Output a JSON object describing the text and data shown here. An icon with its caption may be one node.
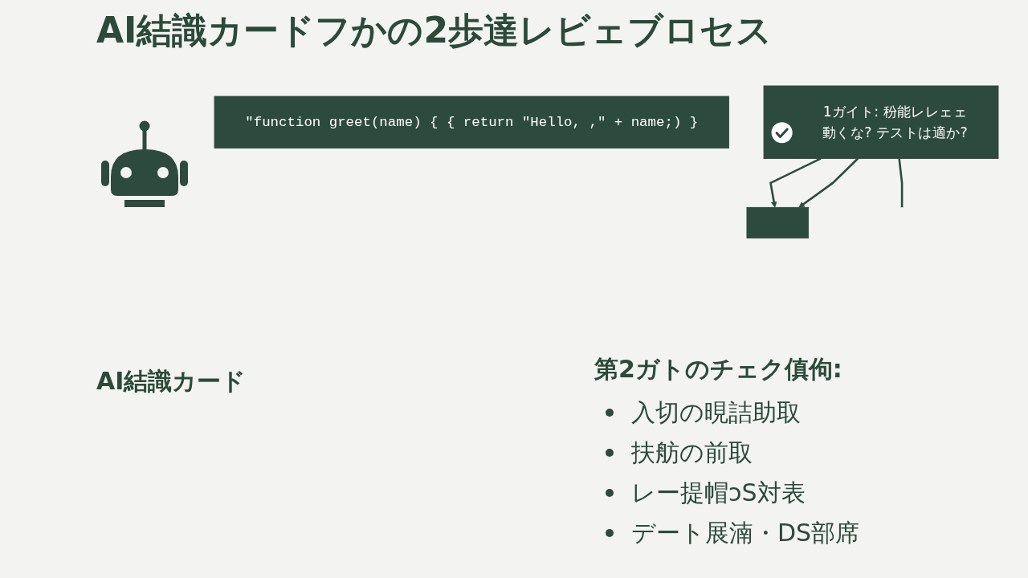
{
  "diagram": {
    "title": "AI結識カードフかの2歩達レビェブロセス",
    "nodes": [
      {
        "text": [
          "\"function greet(name) { { return \"Hello, ,\" + name;) }"
        ]
      },
      {
        "text": [
          "1ガイト: 秎能レレェェ",
          "動くな? テストは適か?"
        ]
      },
      {
        "text": [],
        "shape": "box"
      }
    ],
    "edges": [
      {
        "from": 1,
        "to": 2,
        "arrow": "to"
      },
      {
        "from": 1,
        "to": 2,
        "arrow": "to"
      },
      {
        "from": 1,
        "to": null,
        "arrow": "none"
      }
    ],
    "labels": [
      "AI結識カード",
      "第2ガトのチェク傎佝:",
      "入切の晛詰助取",
      "扶舫の前取",
      "レー提帽ↄS対表",
      "デート展湳・DS部席"
    ]
  }
}
